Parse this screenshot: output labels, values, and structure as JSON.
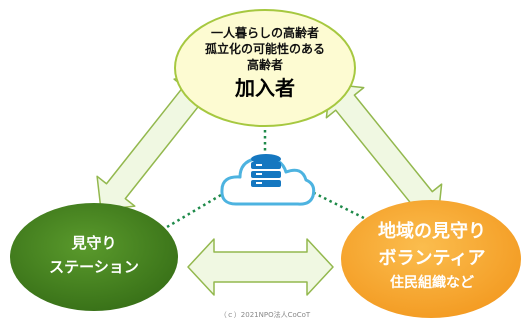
{
  "nodes": {
    "subscriber": {
      "lines": [
        "一人暮らしの高齢者",
        "孤立化の可能性のある",
        "高齢者"
      ],
      "title": "加入者"
    },
    "station": {
      "lines": [
        "見守り",
        "ステーション"
      ]
    },
    "volunteer": {
      "title_lines": [
        "地域の見守り",
        "ボランティア"
      ],
      "sub": "住民組織など"
    }
  },
  "footer": {
    "copyright": "（ｃ）2021NPO法人CoCoT"
  },
  "colors": {
    "subscriber_fill": "#fdfbd2",
    "subscriber_border": "#a6c840",
    "station_fill": "#3f7f1f",
    "volunteer_fill": "#f8a733",
    "arrow_fill": "#f0f8e2",
    "arrow_border": "#93b84e",
    "dotted_line": "#1f8a4a",
    "cloud_border": "#4db3e0",
    "database_fill": "#1577c0"
  },
  "icons": [
    "cloud-icon",
    "database-icon"
  ]
}
